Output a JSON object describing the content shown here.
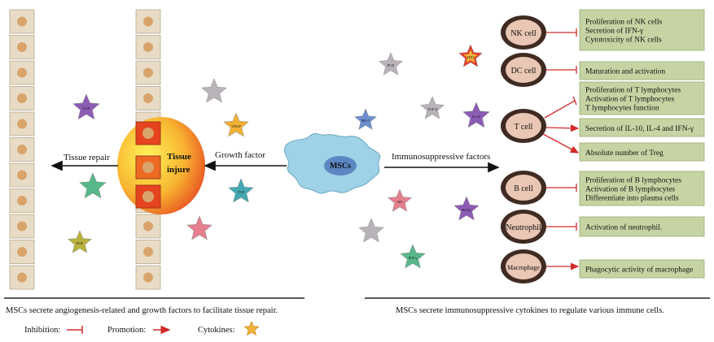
{
  "left_panel": {
    "tissue_label_line1": "Tissue",
    "tissue_label_line2": "injure",
    "arrow_left_label": "Tissue repair",
    "arrow_center_label": "Growth factor",
    "caption": "MSCs secrete angiogenesis-related and growth factors to facilitate tissue repair.",
    "cytokine_labels": {
      "egf": "EGF",
      "vegf": "VEGF",
      "fgf": "FGF",
      "tgf": "TGF"
    }
  },
  "center": {
    "msc_label": "MSCs",
    "arrow_right_label": "Immunosuppressive factors",
    "cytokine_labels": {
      "pge": "PGE",
      "ido": "IDO",
      "tgfb": "TGF-β",
      "il10": "IL-10",
      "ho1": "HO-1",
      "no": "NO",
      "pge2": "PGE2",
      "ifn": "IFN-γ"
    }
  },
  "immune_cells": [
    {
      "label": "NK cell",
      "effects": [
        "Proliferation  of NK cells",
        "Secretion of IFN-γ",
        "Cytotoxicity of NK cells"
      ]
    },
    {
      "label": "DC cell",
      "effects": [
        "Maturation and activation"
      ]
    },
    {
      "label": "T cell",
      "effects": [
        "Proliferation  of T lymphocytes",
        "Activation of T lymphocytes",
        "T lymphocytes function"
      ]
    },
    {
      "label": "B cell",
      "effects": [
        "Proliferation  of B lymphocytes",
        "Activation of B lymphocytes",
        "Differentiate into plasma cells"
      ]
    },
    {
      "label": "Neutrophil",
      "effects": [
        "Activation of neutrophil."
      ]
    },
    {
      "label": "Macrophage",
      "effects": [
        "Phagocytic activity of macrophage"
      ]
    }
  ],
  "t_cell_extra": {
    "effect_secretion": "Secretion of IL-10, IL-4 and IFN-γ",
    "effect_treg": "Absolute number of Treg"
  },
  "right_caption": "MSCs secrete immunosuppressive cytokines  to regulate various immune cells.",
  "legend": {
    "inhibition": "Inhibition:",
    "promotion": "Promotion:",
    "cytokines": "Cytokines:"
  },
  "colors": {
    "box_fill": "#c6d4a3",
    "box_border": "#9aab72",
    "cell_ring": "#3f2b22",
    "cell_inner": "#e9c7b4",
    "inhibit": "#d42a2a",
    "msc_fill": "#9fd2e6",
    "msc_core": "#5b86c2",
    "tissue_cell": "#e8dcc6",
    "nucleus": "#d9a46b"
  }
}
